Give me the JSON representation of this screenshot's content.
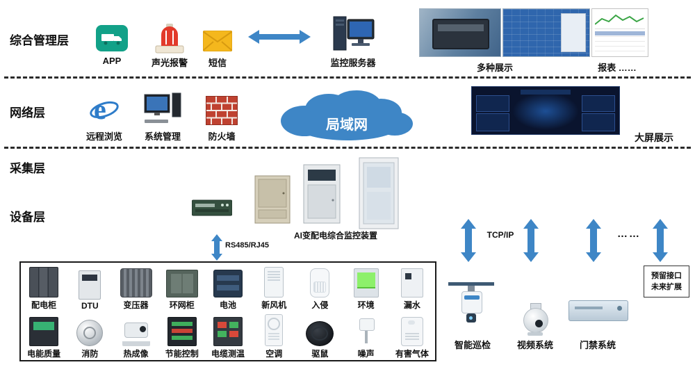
{
  "layers": {
    "management": "综合管理层",
    "network": "网络层",
    "collection": "采集层",
    "device": "设备层"
  },
  "management": {
    "app_label": "APP",
    "alarm_label": "声光报警",
    "sms_label": "短信",
    "server_label": "监控服务器",
    "displays_label": "多种展示",
    "reports_label": "报表 ……"
  },
  "network": {
    "remote_label": "远程浏览",
    "system_label": "系统管理",
    "firewall_label": "防火墙",
    "lan_label": "局域网",
    "bigscreen_label": "大屏展示"
  },
  "device_layer": {
    "ai_device_label": "AI变配电综合监控装置",
    "rs485_label": "RS485/RJ45",
    "tcpip_label": "TCP/IP",
    "ellipsis": "……"
  },
  "grid": {
    "rows": [
      [
        {
          "label": "配电柜",
          "icon": "distribution-cabinet"
        },
        {
          "label": "DTU",
          "icon": "dtu"
        },
        {
          "label": "变压器",
          "icon": "transformer"
        },
        {
          "label": "环网柜",
          "icon": "ring-main-unit"
        },
        {
          "label": "电池",
          "icon": "battery"
        },
        {
          "label": "新风机",
          "icon": "fresh-air-fan"
        },
        {
          "label": "入侵",
          "icon": "intrusion-sensor"
        },
        {
          "label": "环境",
          "icon": "environment-sensor"
        },
        {
          "label": "漏水",
          "icon": "water-leak-sensor"
        }
      ],
      [
        {
          "label": "电能质量",
          "icon": "power-quality"
        },
        {
          "label": "消防",
          "icon": "fire-detector"
        },
        {
          "label": "热成像",
          "icon": "thermal-camera"
        },
        {
          "label": "节能控制",
          "icon": "energy-control"
        },
        {
          "label": "电缆测温",
          "icon": "cable-temperature"
        },
        {
          "label": "空调",
          "icon": "air-conditioner"
        },
        {
          "label": "驱鼠",
          "icon": "rodent-repeller"
        },
        {
          "label": "噪声",
          "icon": "noise-sensor"
        },
        {
          "label": "有害气体",
          "icon": "harmful-gas-sensor"
        }
      ]
    ]
  },
  "right_devices": {
    "patrol_label": "智能巡检",
    "video_label": "视频系统",
    "access_label": "门禁系统",
    "reserved_line1": "预留接口",
    "reserved_line2": "未来扩展"
  },
  "colors": {
    "arrow_blue": "#3e86c6",
    "app_teal": "#12a188",
    "alarm_red": "#e23a2a",
    "sms_yellow": "#f4b71d"
  }
}
